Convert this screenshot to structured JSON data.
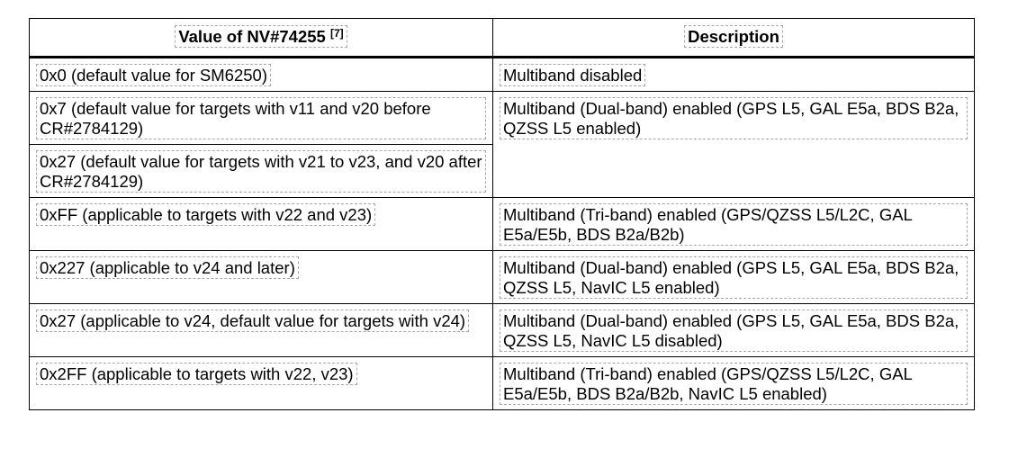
{
  "table": {
    "header": {
      "value_label": "Value of NV#74255",
      "value_footnote": "[7]",
      "description_label": "Description"
    },
    "rows": [
      {
        "value": "0x0 (default value for SM6250)",
        "description": "Multiband disabled"
      },
      {
        "value": "0x7 (default value for targets with v11 and v20 before CR#2784129)",
        "description": "Multiband (Dual-band) enabled (GPS L5, GAL E5a, BDS B2a, QZSS L5 enabled)"
      },
      {
        "value": "0x27 (default value for targets with v21 to v23, and v20 after CR#2784129)"
      },
      {
        "value": "0xFF (applicable to targets with v22 and v23)",
        "description": "Multiband (Tri-band) enabled (GPS/QZSS L5/L2C, GAL E5a/E5b, BDS B2a/B2b)"
      },
      {
        "value": "0x227 (applicable to v24 and later)",
        "description": "Multiband (Dual-band) enabled (GPS L5, GAL E5a, BDS B2a, QZSS L5, NavIC L5 enabled)"
      },
      {
        "value": "0x27 (applicable to v24, default value for targets with v24)",
        "description": "Multiband (Dual-band) enabled (GPS L5, GAL E5a, BDS B2a, QZSS L5, NavIC L5 disabled)"
      },
      {
        "value": "0x2FF (applicable to targets with v22, v23)",
        "description": "Multiband (Tri-band) enabled (GPS/QZSS L5/L2C, GAL E5a/E5b, BDS B2a/B2b, NavIC L5 enabled)"
      }
    ]
  }
}
